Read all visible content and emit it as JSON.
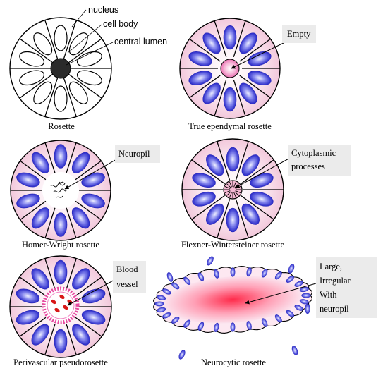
{
  "panels": {
    "rosette": {
      "caption": "Rosette",
      "labels": {
        "nucleus": "nucleus",
        "cell_body": "cell body",
        "central_lumen": "central lumen"
      }
    },
    "true_ependymal": {
      "caption": "True ependymal rosette",
      "callout": [
        "Empty"
      ]
    },
    "homer_wright": {
      "caption": "Homer-Wright rosette",
      "callout": [
        "Neuropil"
      ]
    },
    "flexner": {
      "caption": "Flexner-Wintersteiner rosette",
      "callout": [
        "Cytoplasmic",
        "processes"
      ]
    },
    "perivascular": {
      "caption": "Perivascular pseudorosette",
      "callout": [
        "Blood",
        "vessel"
      ]
    },
    "neurocytic": {
      "caption": "Neurocytic rosette",
      "callout": [
        "Large,",
        "Irregular",
        "With",
        "neuropil"
      ]
    }
  },
  "colors": {
    "pink_fill": "#f8dbe8",
    "nucleus_blue": "#3a3ad8",
    "callout_box": "#ebebeb",
    "vessel_red": "#d81818"
  }
}
